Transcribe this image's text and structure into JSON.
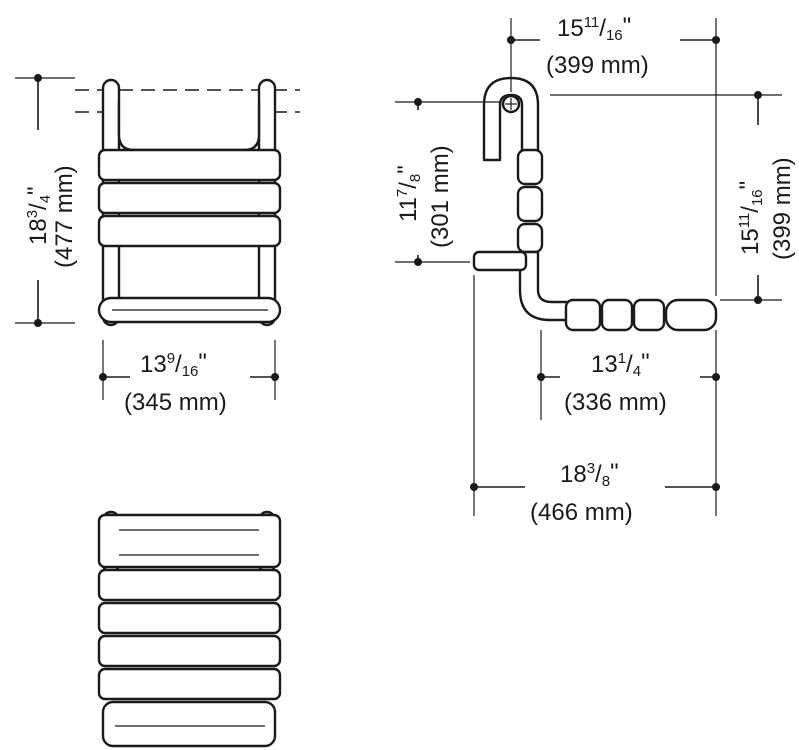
{
  "dimensions": {
    "front_height": {
      "whole": "18",
      "num": "3",
      "den": "4",
      "inch": "\"",
      "metric": "(477 mm)"
    },
    "front_width": {
      "whole": "13",
      "num": "9",
      "den": "16",
      "inch": "\"",
      "metric": "(345 mm)"
    },
    "side_top": {
      "whole": "15",
      "num": "11",
      "den": "16",
      "inch": "\"",
      "metric": "(399 mm)"
    },
    "side_left": {
      "whole": "11",
      "num": "7",
      "den": "8",
      "inch": "\"",
      "metric": "(301 mm)"
    },
    "side_right": {
      "whole": "15",
      "num": "11",
      "den": "16",
      "inch": "\"",
      "metric": "(399 mm)"
    },
    "side_mid": {
      "whole": "13",
      "num": "1",
      "den": "4",
      "inch": "\"",
      "metric": "(336 mm)"
    },
    "side_bottom": {
      "whole": "18",
      "num": "3",
      "den": "8",
      "inch": "\"",
      "metric": "(466 mm)"
    }
  }
}
